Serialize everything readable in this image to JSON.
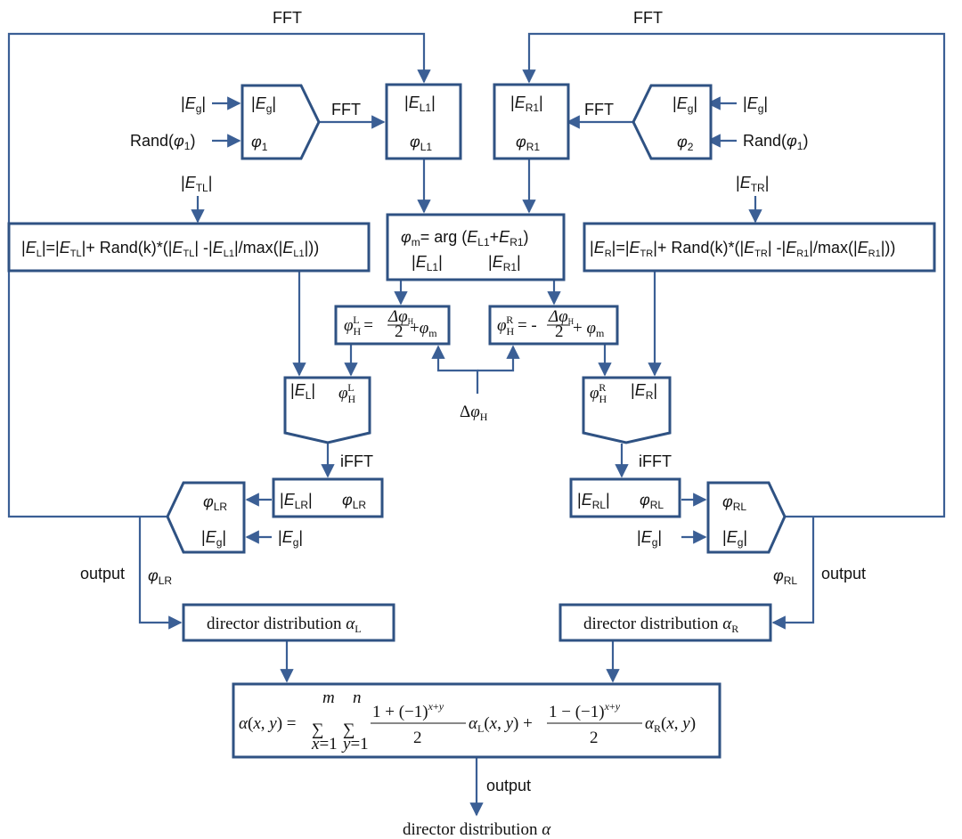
{
  "colors": {
    "stroke": "#2f5283",
    "arrow": "#3b5f95"
  },
  "labels": {
    "fft": "FFT",
    "ifft": "iFFT",
    "output": "output",
    "rand": "Rand",
    "arg": "arg",
    "max": "max",
    "rand_k": "Rand(k)"
  },
  "director": {
    "left": "director distribution",
    "right": "director distribution",
    "final": "director distribution"
  }
}
